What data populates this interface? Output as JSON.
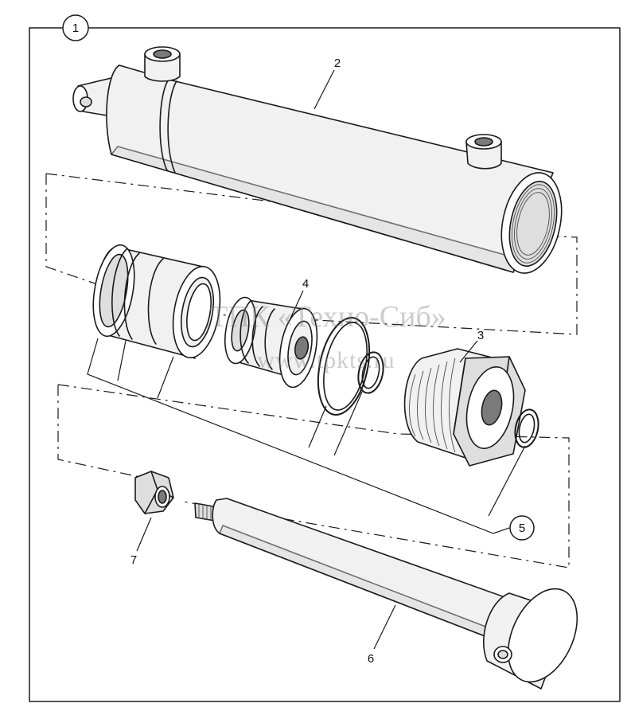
{
  "callouts": {
    "assembly": "1",
    "cylinder_barrel": "2",
    "gland_head": "3",
    "piston": "4",
    "seal_kit": "5",
    "piston_rod": "6",
    "lock_nut": "7"
  },
  "watermark": {
    "line1": "ТПК «Техно-Сиб»",
    "line2": "www.tpkts.ru"
  }
}
